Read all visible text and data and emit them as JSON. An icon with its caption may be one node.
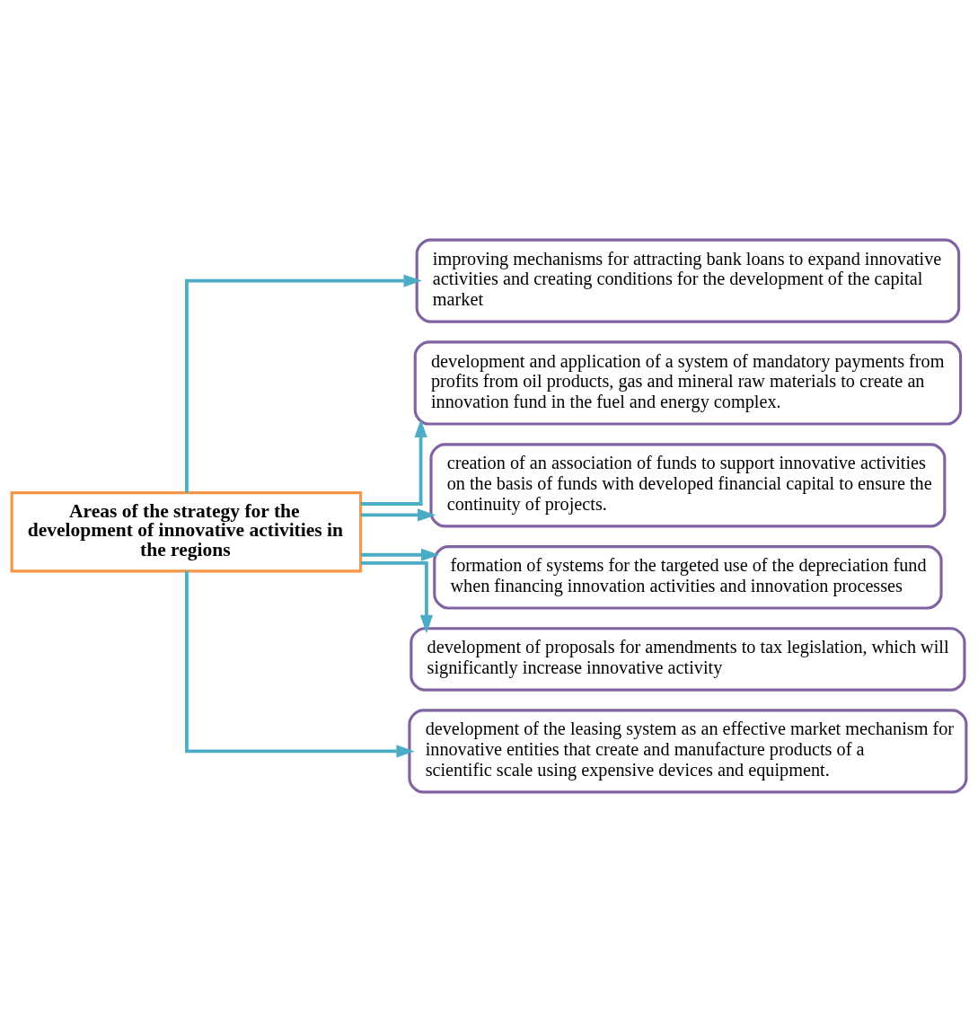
{
  "diagram": {
    "nodes": [
      {
        "text": [
          "Areas of the strategy for the development of innovative activities in the regions"
        ]
      },
      {
        "text": [
          "improving mechanisms for attracting bank loans to expand innovative activities and creating conditions for the development of the capital market"
        ]
      },
      {
        "text": [
          "development and application of a system of mandatory payments from profits from oil products, gas and mineral raw materials to create an innovation fund in the fuel and energy complex."
        ]
      },
      {
        "text": [
          "creation of an association of funds to support innovative activities on the basis of funds with developed financial capital to ensure the continuity of projects."
        ]
      },
      {
        "text": [
          "formation of systems for the targeted use of the depreciation fund when financing innovation activities and innovation processes"
        ]
      },
      {
        "text": [
          "development of proposals for amendments to tax legislation, which will significantly increase innovative activity"
        ]
      },
      {
        "text": [
          "development of the leasing system as an effective market mechanism for innovative entities that create and manufacture products of a scientific scale using expensive devices and equipment."
        ]
      }
    ],
    "edges": [
      {
        "from": 0,
        "to": 1,
        "arrow": "to"
      },
      {
        "from": 0,
        "to": 2,
        "arrow": "to"
      },
      {
        "from": 0,
        "to": 3,
        "arrow": "to"
      },
      {
        "from": 0,
        "to": 4,
        "arrow": "to"
      },
      {
        "from": 0,
        "to": 5,
        "arrow": "to"
      },
      {
        "from": 0,
        "to": 6,
        "arrow": "to"
      }
    ]
  }
}
